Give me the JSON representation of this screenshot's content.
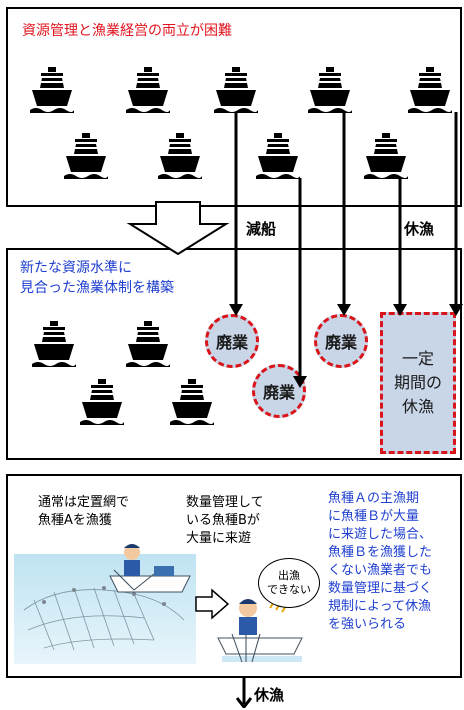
{
  "top_panel": {
    "title": "資源管理と漁業経営の両立が困難"
  },
  "arrow_labels": {
    "reduce": "減船",
    "rest": "休漁",
    "bottom": "休漁"
  },
  "middle_panel": {
    "title_line1": "新たな資源水準に",
    "title_line2": "見合った漁業体制を構築",
    "closed_label": "廃業",
    "rest_box": "一定\n期間の\n休漁"
  },
  "bottom_panel": {
    "caption1_line1": "通常は定置網で",
    "caption1_line2": "魚種Aを漁獲",
    "caption2_line1": "数量管理して",
    "caption2_line2": "いる魚種Bが",
    "caption2_line3": "大量に来遊",
    "bubble_line1": "出漁",
    "bubble_line2": "できない",
    "explanation": [
      "魚種Ａの主漁期",
      "に魚種Ｂが大量",
      "に来遊した場合、",
      "魚種Ｂを漁獲した",
      "くない漁業者でも",
      "数量管理に基づく",
      "規制によって休漁",
      "を強いられる"
    ]
  },
  "colors": {
    "red": "#e0141e",
    "blue": "#1f3fd0",
    "circle_fill": "#c9d6e8",
    "dash_red": "#d9151c"
  }
}
